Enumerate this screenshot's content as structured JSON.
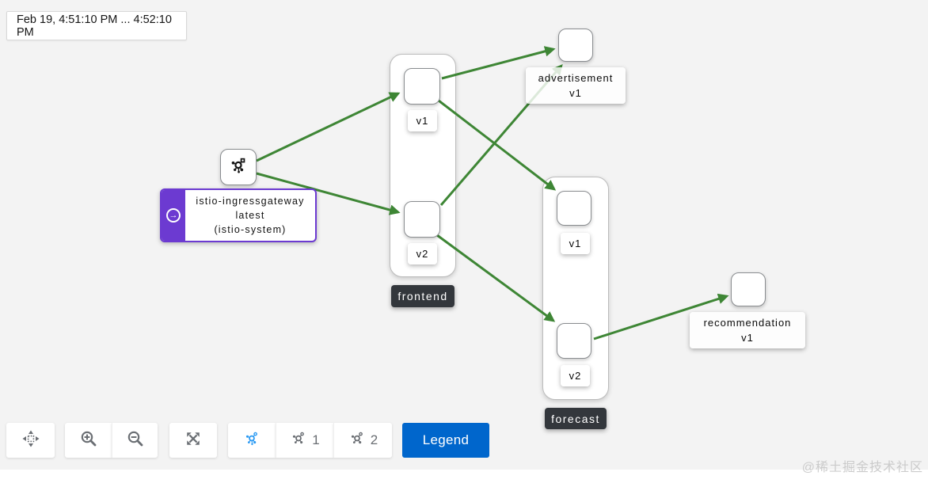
{
  "timebar": {
    "range_label": "Feb 19, 4:51:10 PM ... 4:52:10 PM"
  },
  "graph": {
    "gateway": {
      "tooltip_line1": "istio-ingressgateway",
      "tooltip_line2": "latest",
      "tooltip_line3": "(istio-system)"
    },
    "groups": [
      {
        "name": "frontend",
        "versions": [
          "v1",
          "v2"
        ]
      },
      {
        "name": "forecast",
        "versions": [
          "v1",
          "v2"
        ]
      }
    ],
    "services": [
      {
        "name": "advertisement",
        "version": "v1"
      },
      {
        "name": "recommendation",
        "version": "v1"
      }
    ],
    "edges": [
      {
        "from": "istio-ingressgateway",
        "to": "frontend v1"
      },
      {
        "from": "istio-ingressgateway",
        "to": "frontend v2"
      },
      {
        "from": "frontend v1",
        "to": "advertisement v1"
      },
      {
        "from": "frontend v1",
        "to": "forecast v1"
      },
      {
        "from": "frontend v2",
        "to": "advertisement v1"
      },
      {
        "from": "frontend v2",
        "to": "forecast v2"
      },
      {
        "from": "forecast v2",
        "to": "recommendation v1"
      }
    ]
  },
  "toolbar": {
    "legend_label": "Legend",
    "graph_hide_label_1": "1",
    "graph_hide_label_2": "2"
  },
  "watermark": "@稀土掘金技术社区",
  "colors": {
    "edge-green": "#3e8635",
    "accent-purple": "#6c3ad1",
    "legend-blue": "#0066cc",
    "active-icon-blue": "#2b9af3",
    "toolbar-icon-gray": "#6a6e73",
    "group-label-bg": "#33373c"
  }
}
